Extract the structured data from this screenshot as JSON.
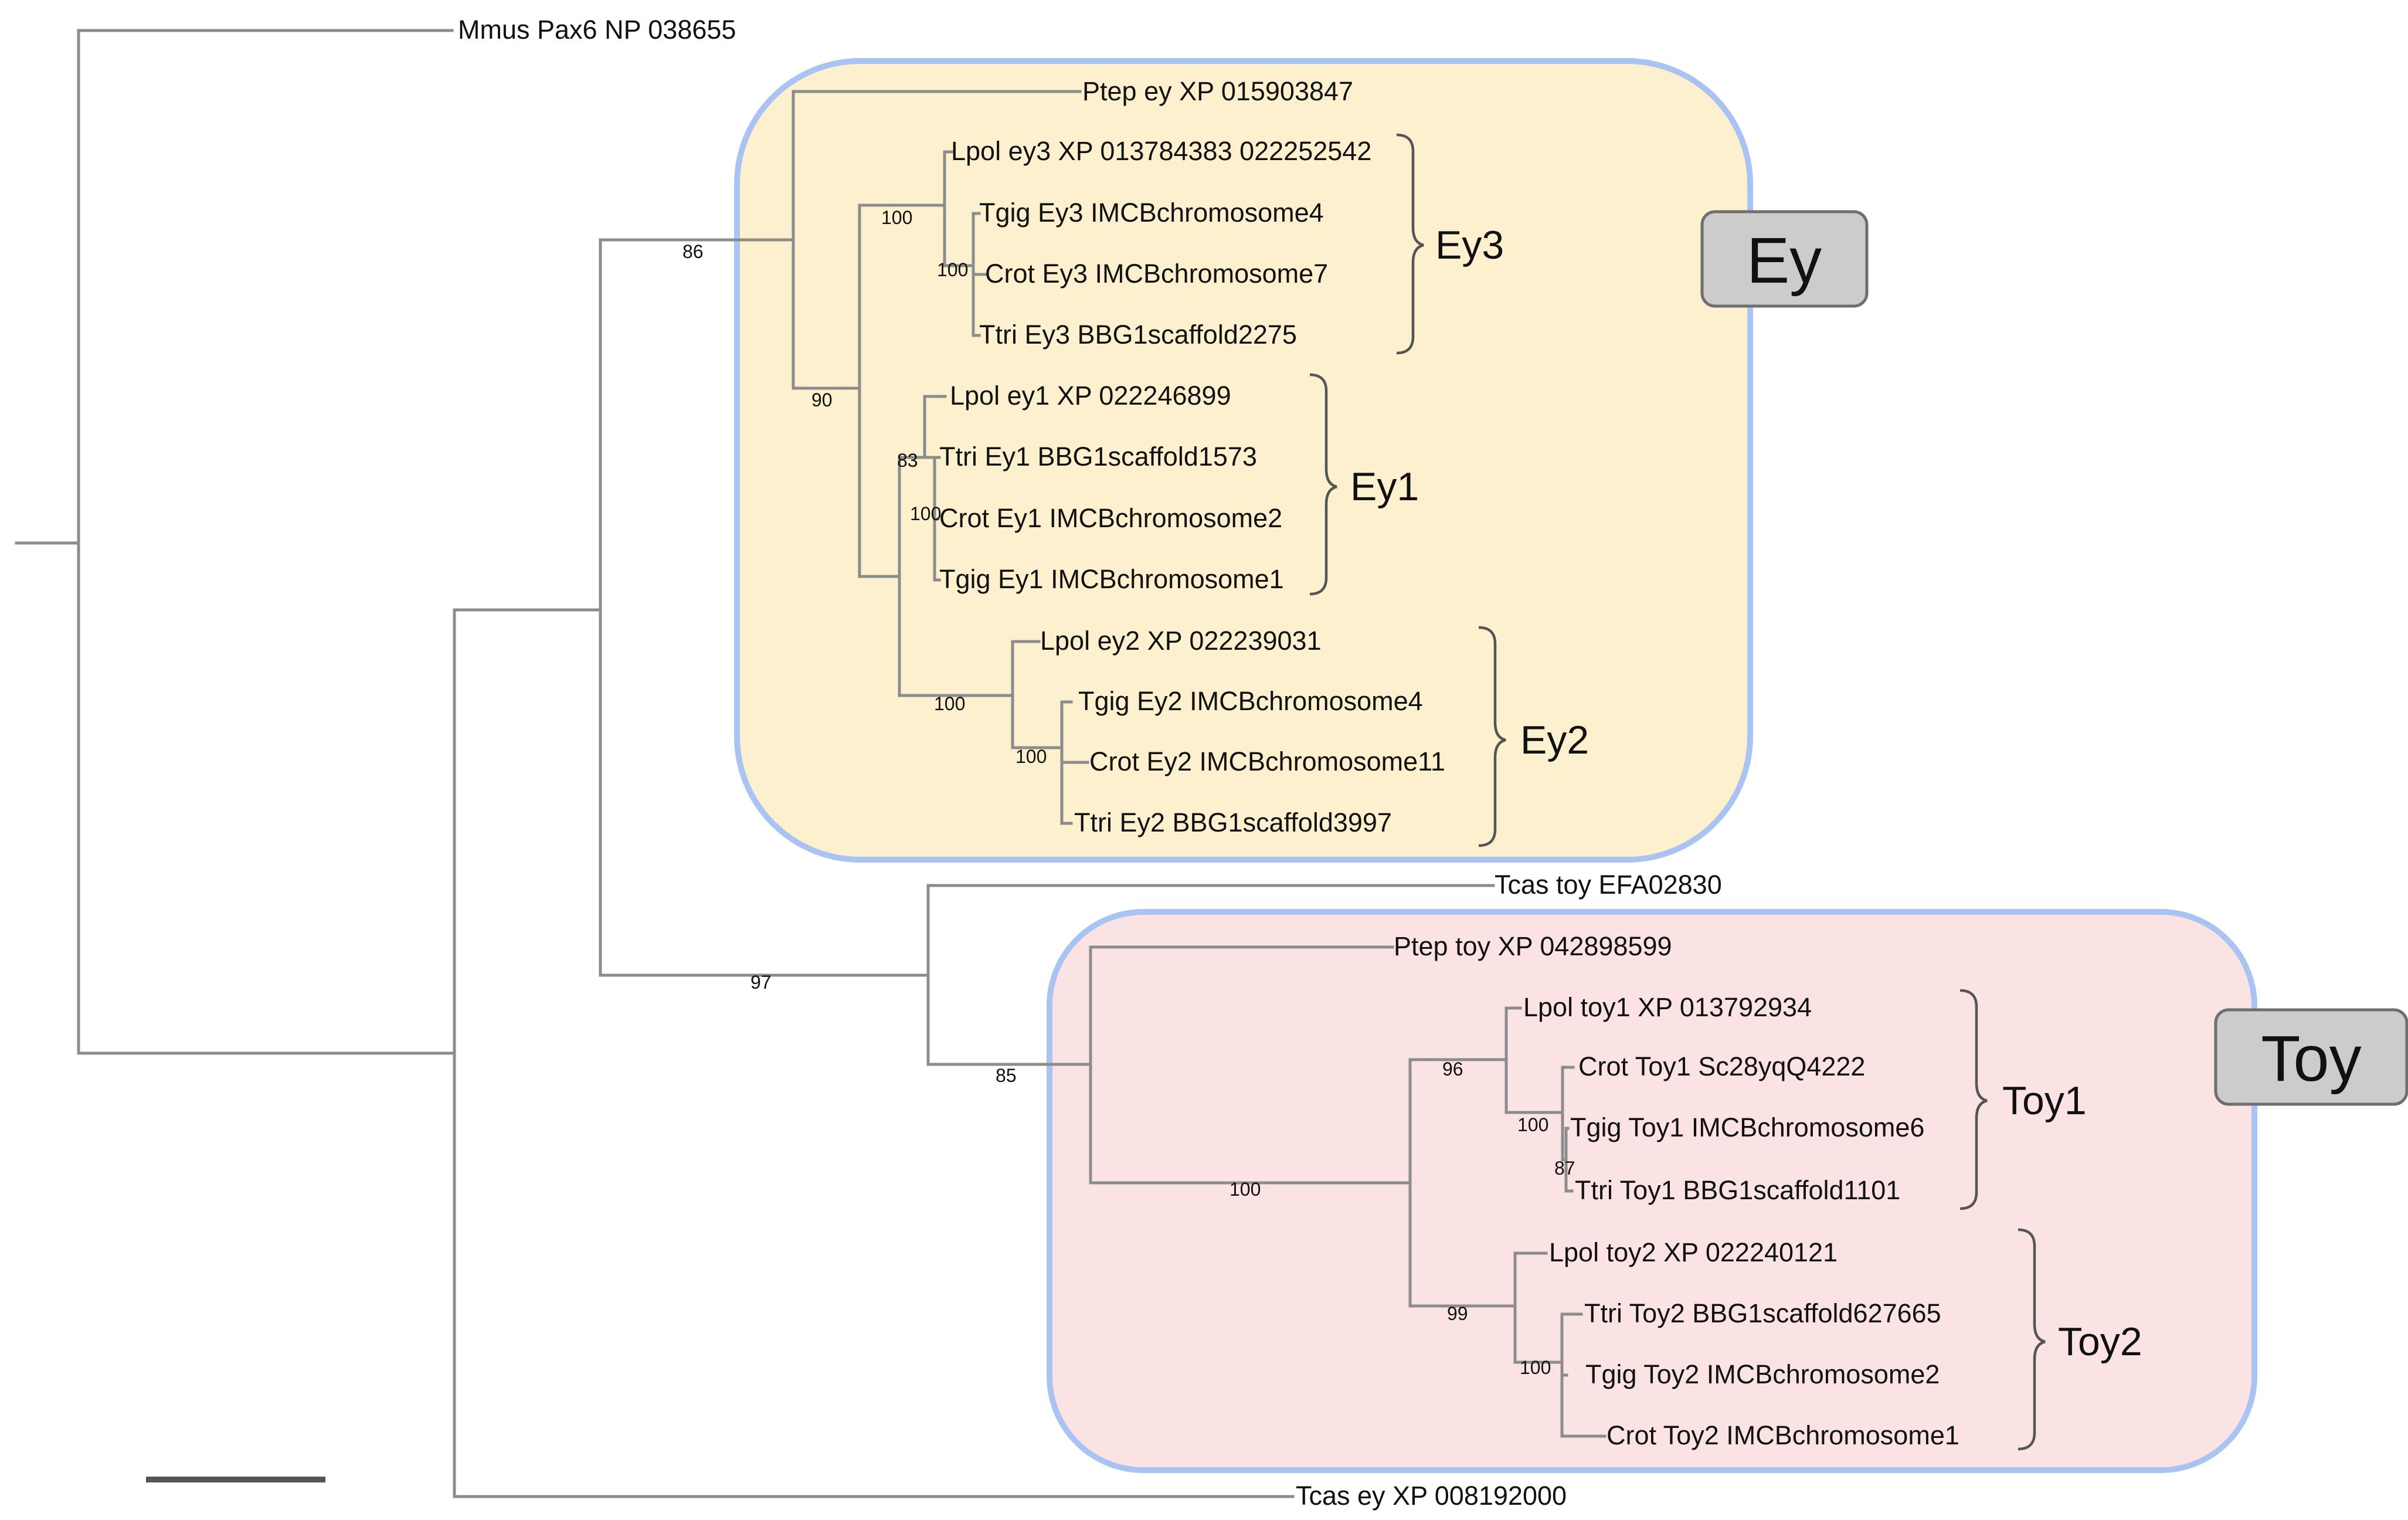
{
  "groups": {
    "ey": {
      "label": "Ey",
      "fill": "#fdf0cf",
      "stroke": "#a9c4f2"
    },
    "toy": {
      "label": "Toy",
      "fill": "#fbe3e3",
      "stroke": "#a9c4f2"
    },
    "label_box_fill": "#cccccc"
  },
  "subclades": {
    "ey3": "Ey3",
    "ey1": "Ey1",
    "ey2": "Ey2",
    "toy1": "Toy1",
    "toy2": "Toy2"
  },
  "leaves": {
    "mmus_pax6": "Mmus Pax6 NP 038655",
    "ptep_ey": "Ptep ey XP 015903847",
    "lpol_ey3": "Lpol ey3 XP 013784383 022252542",
    "tgig_ey3": "Tgig Ey3 IMCBchromosome4",
    "crot_ey3": "Crot Ey3 IMCBchromosome7",
    "ttri_ey3": "Ttri Ey3 BBG1scaffold2275",
    "lpol_ey1": "Lpol ey1 XP 022246899",
    "ttri_ey1": "Ttri Ey1 BBG1scaffold1573",
    "crot_ey1": "Crot Ey1 IMCBchromosome2",
    "tgig_ey1": "Tgig Ey1 IMCBchromosome1",
    "lpol_ey2": "Lpol ey2 XP 022239031",
    "tgig_ey2": "Tgig Ey2 IMCBchromosome4",
    "crot_ey2": "Crot Ey2 IMCBchromosome11",
    "ttri_ey2": "Ttri Ey2 BBG1scaffold3997",
    "tcas_toy": "Tcas toy EFA02830",
    "ptep_toy": "Ptep toy XP 042898599",
    "lpol_toy1": "Lpol toy1 XP 013792934",
    "crot_toy1": "Crot Toy1 Sc28yqQ4222",
    "tgig_toy1": "Tgig Toy1 IMCBchromosome6",
    "ttri_toy1": "Ttri Toy1 BBG1scaffold1101",
    "lpol_toy2": "Lpol toy2 XP 022240121",
    "ttri_toy2": "Ttri Toy2 BBG1scaffold627665",
    "tgig_toy2": "Tgig Toy2 IMCBchromosome2",
    "crot_toy2": "Crot Toy2 IMCBchromosome1",
    "tcas_ey": "Tcas ey XP 008192000"
  },
  "supports": {
    "ey_clade": "86",
    "ey1_ey2": "90",
    "ey3": "100",
    "ey3_inner": "100",
    "ey1": "83",
    "ey1_inner": "100",
    "ey2": "100",
    "ey2_inner": "100",
    "toy_tcas": "97",
    "toy_clade": "85",
    "toy_inner": "100",
    "toy1": "96",
    "toy1_inner": "100",
    "toy1_innermost": "87",
    "toy2": "99",
    "toy2_inner": "100"
  }
}
